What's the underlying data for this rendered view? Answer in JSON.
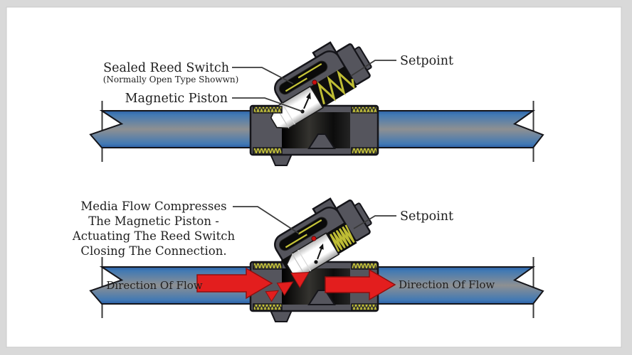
{
  "frame": {
    "background_color": "#d9d9d9",
    "card_color": "#ffffff"
  },
  "colors": {
    "pipe_blue": "#3f76b2",
    "pipe_center_gray": "#8e9092",
    "valve_body_gray": "#55555d",
    "passage_black": "#0c0c0c",
    "spring_yellow": "#bfbd34",
    "thread_yellow": "#c9c63a",
    "piston_white": "#ffffff",
    "flow_arrow_red": "#e31e1e",
    "setpoint_dot_red": "#cc1111",
    "outline_black": "#15151a"
  },
  "top_diagram": {
    "labels": {
      "reed_switch": "Sealed Reed Switch",
      "reed_switch_note": "(Normally Open Type Showwn)",
      "magnetic_piston": "Magnetic Piston",
      "setpoint": "Setpoint"
    }
  },
  "bottom_diagram": {
    "labels": {
      "description_line1": "Media Flow Compresses",
      "description_line2": "The Magnetic Piston -",
      "description_line3": "Actuating The Reed Switch",
      "description_line4": "Closing The Connection.",
      "setpoint": "Setpoint",
      "flow_left": "Direction Of Flow",
      "flow_right": "Direction Of Flow"
    }
  }
}
